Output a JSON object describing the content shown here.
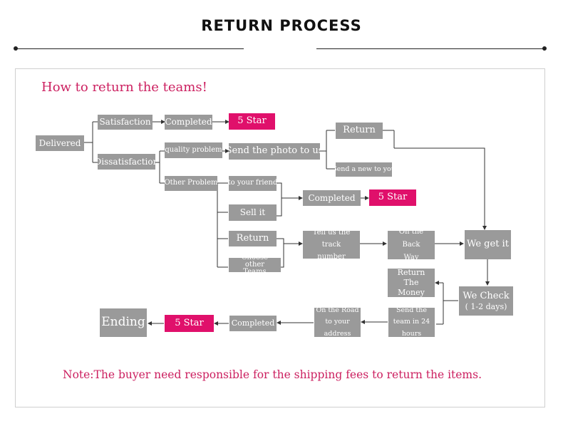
{
  "header": {
    "title": "RETURN PROCESS"
  },
  "heading": "How to return the teams!",
  "note": "Note:The buyer need responsible for the shipping fees to return the items.",
  "nodes": {
    "delivered": "Delivered",
    "satisfaction": "Satisfaction",
    "completed_top": "Completed",
    "five_star_top": "5 Star",
    "dissatisfaction": "Dissatisfaction",
    "quality_problem": "quality problem",
    "send_photo": "Send the photo to us",
    "return_top": "Return",
    "send_new": "Send a new to you",
    "other_problem": "Other Problem",
    "to_friend": "to your friend",
    "sell_it": "Sell it",
    "completed_mid": "Completed",
    "five_star_mid": "5 Star",
    "return_mid": "Return",
    "choose_other": "Choose other Teams",
    "tell_track": "Tell us the track number",
    "on_back_way": "On the Back Way",
    "we_get_it": "We get it",
    "return_money": "Return The Money",
    "we_check": "We Check",
    "we_check_days": "( 1-2 days)",
    "send_team": "Send the team in 24 hours",
    "on_road": "On the Road to your address",
    "completed_bottom": "Completed",
    "five_star_bottom": "5 Star",
    "ending": "Ending"
  },
  "colors": {
    "box": "#9a9a9a",
    "accent": "#e0106b",
    "heading": "#cc2060"
  }
}
